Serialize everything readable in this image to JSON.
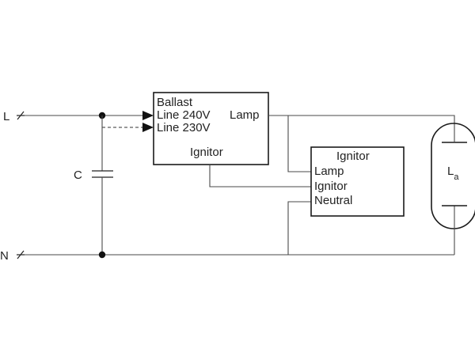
{
  "terminals": {
    "line": "L",
    "neutral": "N"
  },
  "capacitor": {
    "label": "C"
  },
  "ballast": {
    "title": "Ballast",
    "line_240": "Line 240V",
    "line_230": "Line 230V",
    "lamp": "Lamp",
    "ignitor": "Ignitor"
  },
  "ignitor": {
    "title": "Ignitor",
    "lamp": "Lamp",
    "ignitor": "Ignitor",
    "neutral": "Neutral"
  },
  "lamp": {
    "label_main": "L",
    "label_sub": "a"
  }
}
